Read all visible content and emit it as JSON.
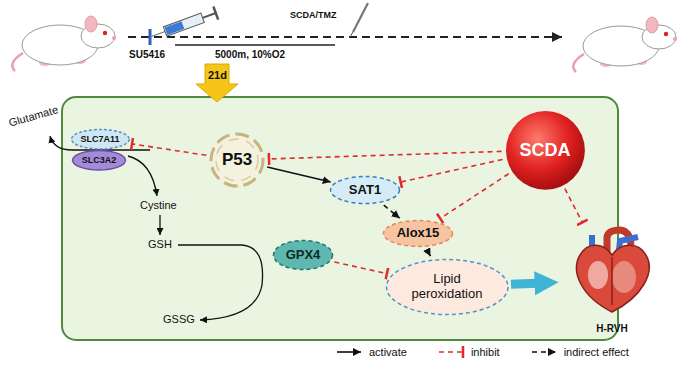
{
  "diagram": {
    "nodes": [
      {
        "text": [
          "SLC7A11"
        ]
      },
      {
        "text": [
          "SLC3A2"
        ]
      },
      {
        "text": [
          "P53"
        ]
      },
      {
        "text": [
          "SAT1"
        ]
      },
      {
        "text": [
          "Alox15"
        ]
      },
      {
        "text": [
          "GPX4"
        ]
      },
      {
        "text": [
          "Lipid peroxidation"
        ]
      },
      {
        "text": [
          "SCDA"
        ]
      },
      {
        "text": [
          "H-RVH"
        ]
      }
    ],
    "edges": [
      {
        "from": 2,
        "to": 0,
        "arrow": "to"
      },
      {
        "from": 2,
        "to": 3,
        "arrow": "to"
      },
      {
        "from": 3,
        "to": 4,
        "arrow": "to"
      },
      {
        "from": 4,
        "to": 6,
        "arrow": "to"
      },
      {
        "from": 5,
        "to": 6,
        "arrow": "to"
      },
      {
        "from": 7,
        "to": 2,
        "arrow": "to"
      },
      {
        "from": 7,
        "to": 3,
        "arrow": "to"
      },
      {
        "from": 7,
        "to": 4,
        "arrow": "to"
      },
      {
        "from": 7,
        "to": 8,
        "arrow": "to"
      },
      {
        "from": 6,
        "to": 8,
        "arrow": "to"
      }
    ],
    "labels": [
      "Glutamate",
      "Cystine",
      "GSH",
      "GSSG",
      "SU5416",
      "5000m, 10%O2",
      "SCDA/TMZ",
      "21d"
    ],
    "legend": [
      {
        "text": "activate"
      },
      {
        "text": "inhibit"
      },
      {
        "text": "indirect effect"
      }
    ]
  }
}
